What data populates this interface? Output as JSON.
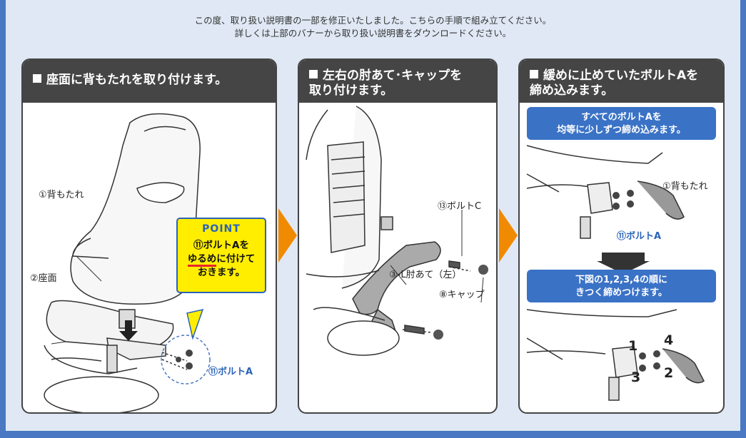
{
  "intro": {
    "line1": "この度、取り扱い説明書の一部を修正いたしました。こちらの手順で組み立てください。",
    "line2": "詳しくは上部のバナーから取り扱い説明書をダウンロードください。"
  },
  "steps": [
    {
      "title": "座面に背もたれを取り付けます。",
      "labels": {
        "backrest": "①背もたれ",
        "seat": "②座面",
        "bolt": "⑪ボルトA"
      },
      "point": {
        "title": "POINT",
        "line1": "⑪ボルトAを",
        "line2a": "ゆるめ",
        "line2b": "に付けて",
        "line3": "おきます。"
      }
    },
    {
      "title_line1": "左右の肘あて･キャップを",
      "title_line2": "取り付けます。",
      "labels": {
        "bolt_c": "⑬ボルトC",
        "armrest": "③-L肘あて（左）",
        "cap": "⑧キャップ"
      }
    },
    {
      "title_line1": "緩めに止めていたボルトAを",
      "title_line2": "締め込みます。",
      "box1_line1": "すべてのボルトAを",
      "box1_line2": "均等に少しずつ締め込みます。",
      "labels": {
        "backrest": "①背もたれ",
        "bolt": "⑪ボルトA"
      },
      "box2_line1": "下図の1,2,3,4の順に",
      "box2_line2": "きつく締めつけます。",
      "order": [
        "1",
        "2",
        "3",
        "4"
      ]
    }
  ],
  "colors": {
    "accent_orange": "#f08a00",
    "blue": "#3a72c6",
    "point_yellow": "#ffee00",
    "header_dark": "#454545"
  }
}
